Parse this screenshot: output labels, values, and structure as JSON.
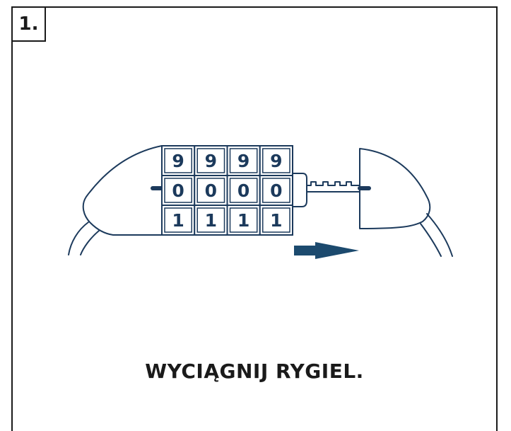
{
  "step": {
    "number": "1."
  },
  "lock": {
    "rows": [
      [
        "9",
        "9",
        "9",
        "9"
      ],
      [
        "0",
        "0",
        "0",
        "0"
      ],
      [
        "1",
        "1",
        "1",
        "1"
      ]
    ]
  },
  "caption": "WYCIĄGNIJ RYGIEL.",
  "colors": {
    "line": "#1c3a5c",
    "arrow": "#1c4a6e",
    "frame": "#1a1a1a"
  },
  "icons": {
    "arrow": "arrow-right-icon"
  }
}
